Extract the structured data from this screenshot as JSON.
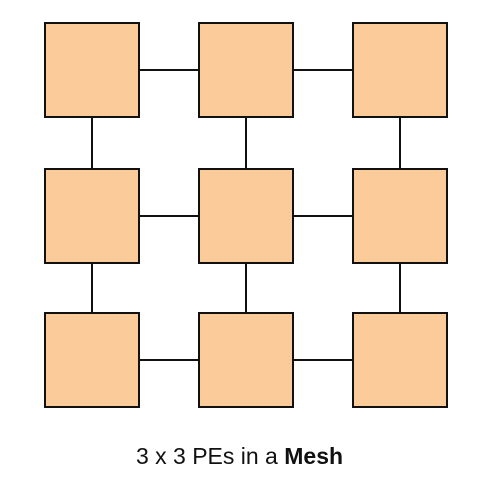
{
  "diagram": {
    "rows": 3,
    "cols": 3,
    "node_fill": "#fbcb9a",
    "node_stroke": "#111111",
    "link_color": "#111111"
  },
  "caption": {
    "prefix": "3 x 3 PEs in a ",
    "emphasis": "Mesh"
  }
}
